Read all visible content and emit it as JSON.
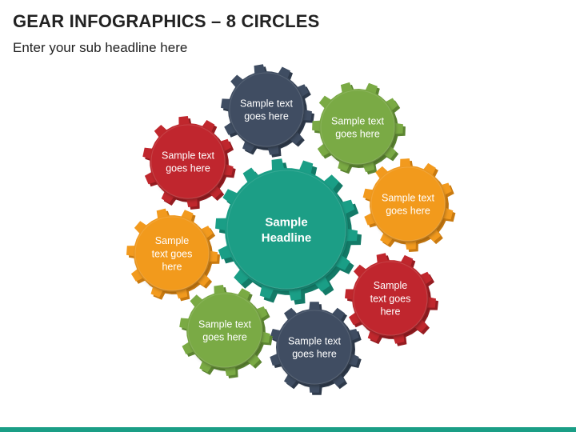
{
  "header": {
    "title": "GEAR INFOGRAPHICS – 8 CIRCLES",
    "subtitle": "Enter your sub headline here"
  },
  "center": {
    "lines": [
      "Sample",
      "Headline"
    ],
    "color": "#1a9e86",
    "shade": "#137a67"
  },
  "gears": [
    {
      "id": "top",
      "lines": [
        "Sample text",
        "goes here"
      ],
      "color": "#3f4d62",
      "shade": "#2e3a4b"
    },
    {
      "id": "top-right",
      "lines": [
        "Sample text",
        "goes here"
      ],
      "color": "#7aaa44",
      "shade": "#5c8532"
    },
    {
      "id": "right",
      "lines": [
        "Sample text",
        "goes here"
      ],
      "color": "#f29a1e",
      "shade": "#c97a10"
    },
    {
      "id": "bottom-right",
      "lines": [
        "Sample",
        "text goes",
        "here"
      ],
      "color": "#c0272d",
      "shade": "#951c21"
    },
    {
      "id": "bottom",
      "lines": [
        "Sample text",
        "goes here"
      ],
      "color": "#3f4d62",
      "shade": "#2e3a4b"
    },
    {
      "id": "bottom-left",
      "lines": [
        "Sample text",
        "goes here"
      ],
      "color": "#7aaa44",
      "shade": "#5c8532"
    },
    {
      "id": "left",
      "lines": [
        "Sample",
        "text goes",
        "here"
      ],
      "color": "#f29a1e",
      "shade": "#c97a10"
    },
    {
      "id": "top-left",
      "lines": [
        "Sample text",
        "goes here"
      ],
      "color": "#c0272d",
      "shade": "#951c21"
    }
  ]
}
